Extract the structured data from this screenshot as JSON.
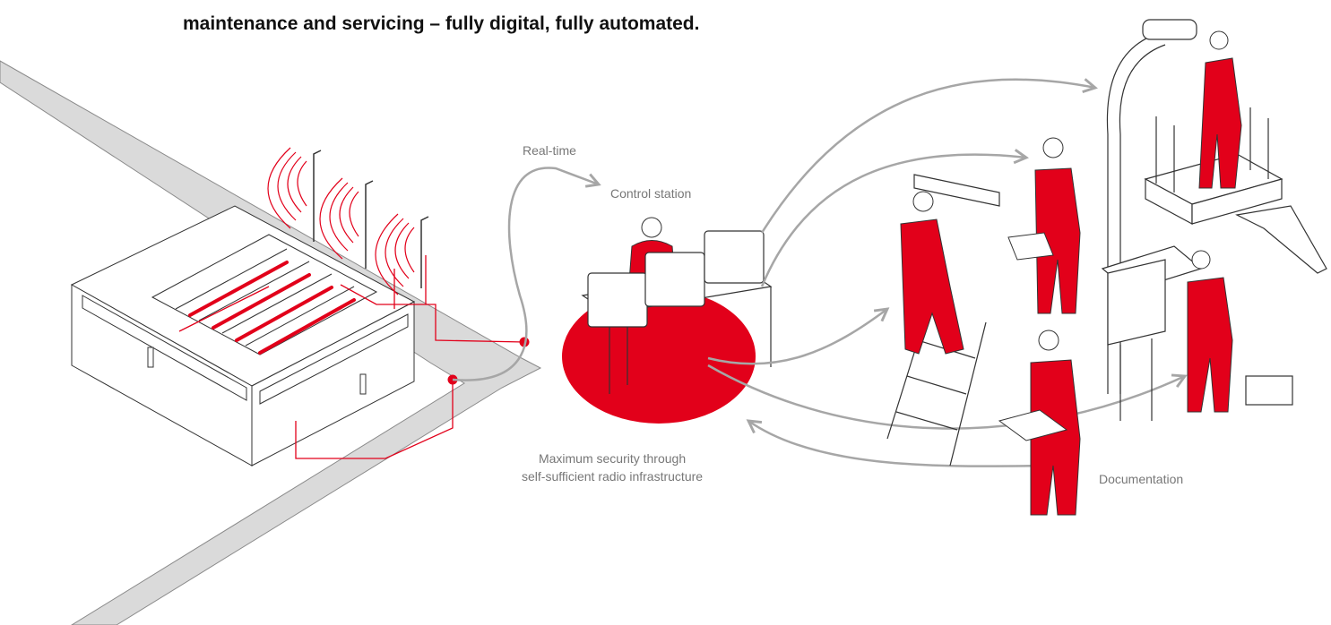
{
  "headline": "maintenance and servicing – fully digital, fully automated.",
  "labels": {
    "realtime": "Real-time",
    "control_station": "Control station",
    "security_line1": "Maximum security through",
    "security_line2": "self-sufficient radio infrastructure",
    "documentation": "Documentation"
  },
  "colors": {
    "accent": "#e2001a",
    "arrow": "#a6a6a6",
    "road": "#dadada",
    "text": "#111111",
    "label": "#777777"
  }
}
